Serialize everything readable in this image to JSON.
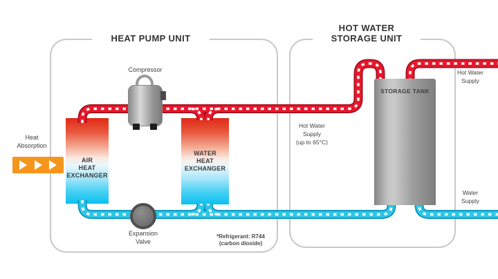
{
  "titles": {
    "heat_pump_unit": "HEAT PUMP UNIT",
    "storage_unit_line1": "HOT WATER",
    "storage_unit_line2": "STORAGE UNIT"
  },
  "components": {
    "compressor_label": "Compressor",
    "air_heat_exchanger": {
      "lines": [
        "AIR",
        "HEAT",
        "EXCHANGER"
      ]
    },
    "water_heat_exchanger": {
      "lines": [
        "WATER",
        "HEAT",
        "EXCHANGER"
      ]
    },
    "expansion_valve": {
      "lines": [
        "Expansion",
        "Valve"
      ]
    },
    "storage_tank_label": "STORAGE TANK"
  },
  "labels": {
    "heat_absorption": {
      "lines": [
        "Heat",
        "Absorption"
      ]
    },
    "hot_water_supply_mid": {
      "lines": [
        "Hot Water",
        "Supply",
        "(up to 65°C)"
      ]
    },
    "hot_water_supply_right": {
      "lines": [
        "Hot Water",
        "Supply"
      ]
    },
    "water_supply_right": {
      "lines": [
        "Water",
        "Supply"
      ]
    },
    "refrigerant_note": {
      "lines": [
        "*Refrigerant: R744",
        "(carbon dioxide)"
      ]
    }
  },
  "icons": {
    "heat_arrows": "three-right-arrow-icons",
    "hot_pipe": "red-dashed-pipe",
    "cold_pipe": "cyan-dashed-pipe"
  },
  "colors": {
    "pipe_hot": "#e8192c",
    "pipe_hot_dark": "#a50e1e",
    "pipe_cold": "#2ec6e8",
    "pipe_cold_dark": "#0a93bd",
    "arrow_orange": "#f6951d",
    "exchanger_hot": "#e02a17",
    "exchanger_cold": "#0cc0f0",
    "tank_gray": "#9e9e9e",
    "border_gray": "#c9c9c9",
    "text_dark": "#3a3a3a"
  }
}
